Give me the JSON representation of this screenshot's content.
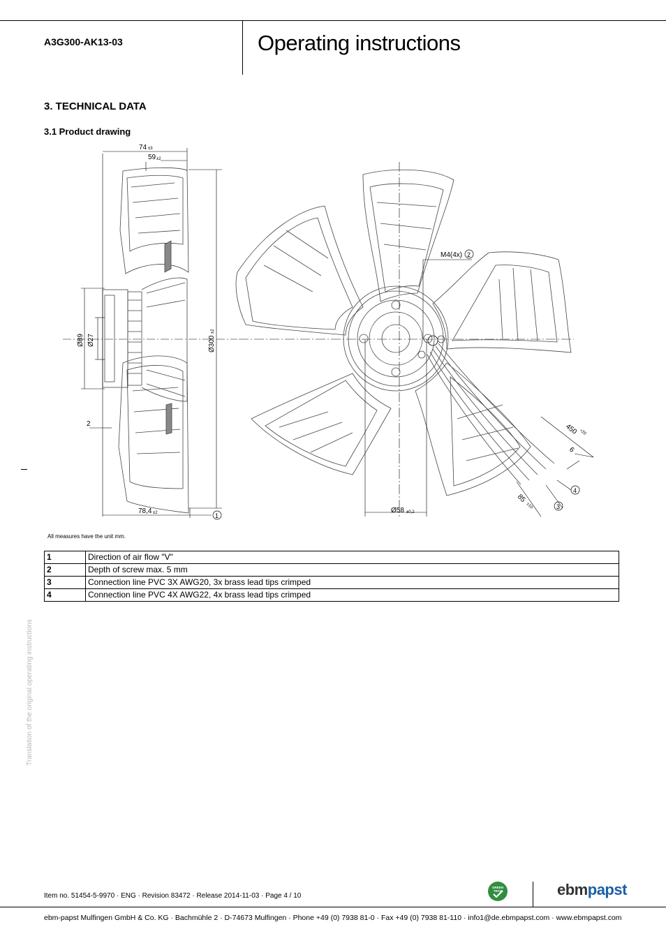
{
  "header": {
    "product": "A3G300-AK13-03",
    "title": "Operating instructions"
  },
  "section": {
    "title": "3. TECHNICAL DATA",
    "subtitle": "3.1 Product drawing"
  },
  "drawing": {
    "dim_74": "74",
    "tol_74": "±3",
    "dim_59": "59",
    "tol_59": "±2",
    "dim_d89": "Ø89",
    "dim_d27": "Ø27",
    "dim_d300": "Ø300",
    "tol_d300": "±2",
    "dim_2": "2",
    "dim_78": "78,4",
    "tol_78": "±2",
    "callout_1": "1",
    "screw_label": "M4(4x)",
    "callout_2": "2",
    "dim_450": "450",
    "tol_450": "+20",
    "dim_6": "6",
    "callout_4": "4",
    "dim_85": "85",
    "tol_85": "±10",
    "callout_3": "3",
    "dim_d58": "Ø58",
    "tol_d58": "±0,2"
  },
  "unit_note": "All measures have the unit mm.",
  "legend": [
    {
      "num": "1",
      "text": "Direction of air flow \"V\""
    },
    {
      "num": "2",
      "text": "Depth of screw max. 5 mm"
    },
    {
      "num": "3",
      "text": "Connection line PVC 3X AWG20, 3x brass lead tips crimped"
    },
    {
      "num": "4",
      "text": "Connection line PVC 4X AWG22, 4x brass lead tips crimped"
    }
  ],
  "side_note": "Translation of the original operating instructions",
  "footer": {
    "item_line": "Item no. 51454-5-9970 · ENG · Revision 83472 · Release 2014-11-03 · Page 4 / 10",
    "address": "ebm-papst Mulfingen GmbH & Co. KG · Bachmühle 2 · D-74673 Mulfingen · Phone +49 (0) 7938 81-0 · Fax +49 (0) 7938 81-110 · info1@de.ebmpapst.com · www.ebmpapst.com",
    "badge_top": "GREEN",
    "badge_bottom": "TECH",
    "logo_part1": "ebm",
    "logo_part2": "papst"
  },
  "colors": {
    "logo_blue": "#1c5ea8",
    "badge_green": "#2f8f3e",
    "side_text_gray": "#b8b8b8"
  }
}
